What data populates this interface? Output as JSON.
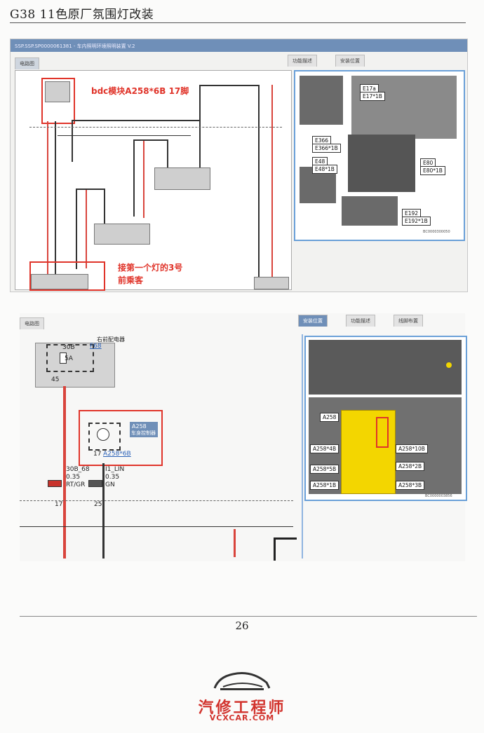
{
  "document": {
    "title": "G38 11色原厂氛围灯改装",
    "page_number": "26"
  },
  "top_screenshot": {
    "window_title": "SSP.SSP.SP0000061381 - 车内照明环境照明装置 V.2",
    "tabs": {
      "circuit": "电路图",
      "function": "功能描述",
      "install": "安装位置"
    },
    "annotation_bdc": "bdc模块A258*6B 17脚",
    "annotation_lamp_line1": "接第一个灯的3号",
    "annotation_lamp_line2": "前乘客",
    "connector_labels": [
      "E17a",
      "E17*1B",
      "E366",
      "E366*1B",
      "E48",
      "E48*1B",
      "E80",
      "E80*1B",
      "E192",
      "E192*1B"
    ],
    "image_code": "BC0000300050"
  },
  "bottom_screenshot": {
    "tabs": {
      "circuit": "电路图",
      "install": "安装位置",
      "function": "功能描述",
      "connector": "线脚布置"
    },
    "fuse_box_label": "F68",
    "fuse_box_sub": "右前配电器",
    "fuse_value": "5A",
    "fuse_terminal_top": "30B",
    "fuse_pin": "45",
    "module_label": "A258",
    "module_name": "车身控制器",
    "module_connector": "A258*6B",
    "module_pin": "17",
    "wire1_name": "30B_68",
    "wire1_gauge": "0.35",
    "wire1_color": "RT/GR",
    "wire2_name": "I1_LIN",
    "wire2_gauge": "0.35",
    "wire2_color": "GN",
    "split_num_left": "17",
    "split_num_right": "25",
    "callouts": [
      "A258",
      "A258*4B",
      "A258*5B",
      "A258*1B",
      "A258*10B",
      "A258*2B",
      "A258*3B"
    ],
    "image_code": "BC0000003856"
  },
  "brand": {
    "name": "汽修工程师",
    "url": "VCXCAR.COM"
  }
}
